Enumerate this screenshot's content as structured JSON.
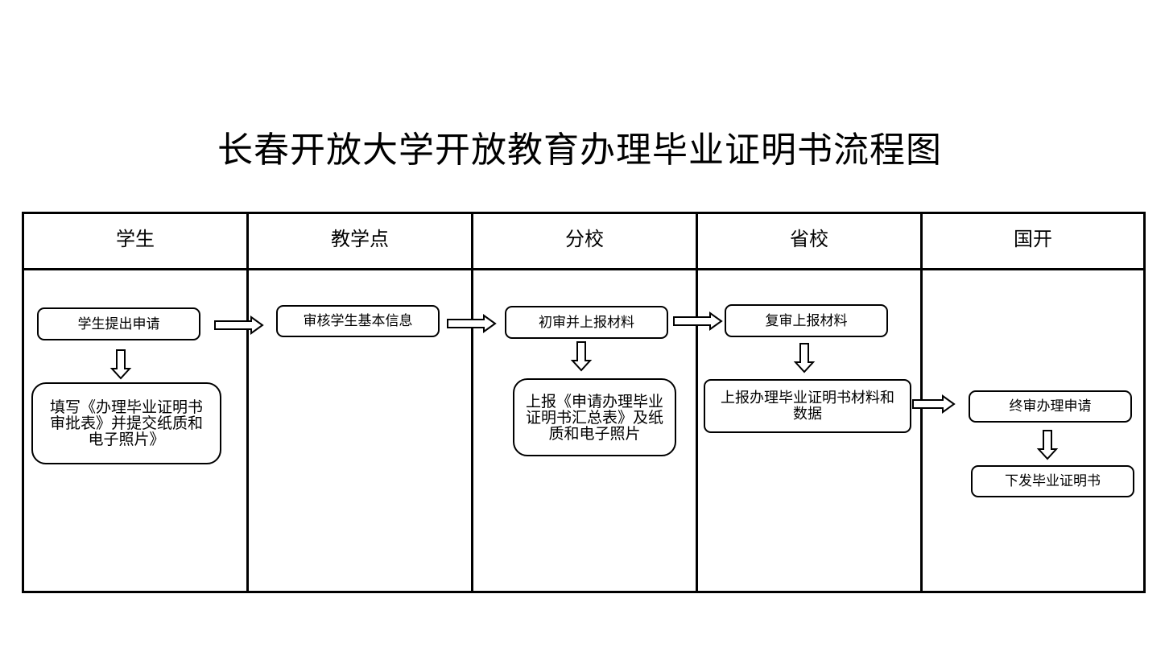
{
  "title": "长春开放大学开放教育办理毕业证明书流程图",
  "lanes": [
    {
      "name": "学生"
    },
    {
      "name": "教学点"
    },
    {
      "name": "分校"
    },
    {
      "name": "省校"
    },
    {
      "name": "国开"
    }
  ],
  "steps": {
    "student_apply": "学生提出申请",
    "student_fill": "填写《办理毕业证明书审批表》并提交纸质和电子照片》",
    "site_review": "审核学生基本信息",
    "branch_initial": "初审并上报材料",
    "branch_submit": "上报《申请办理毕业证明书汇总表》及纸质和电子照片",
    "province_recheck": "复审上报材料",
    "province_submit": "上报办理毕业证明书材料和数据",
    "national_final": "终审办理申请",
    "national_issue": "下发毕业证明书"
  }
}
